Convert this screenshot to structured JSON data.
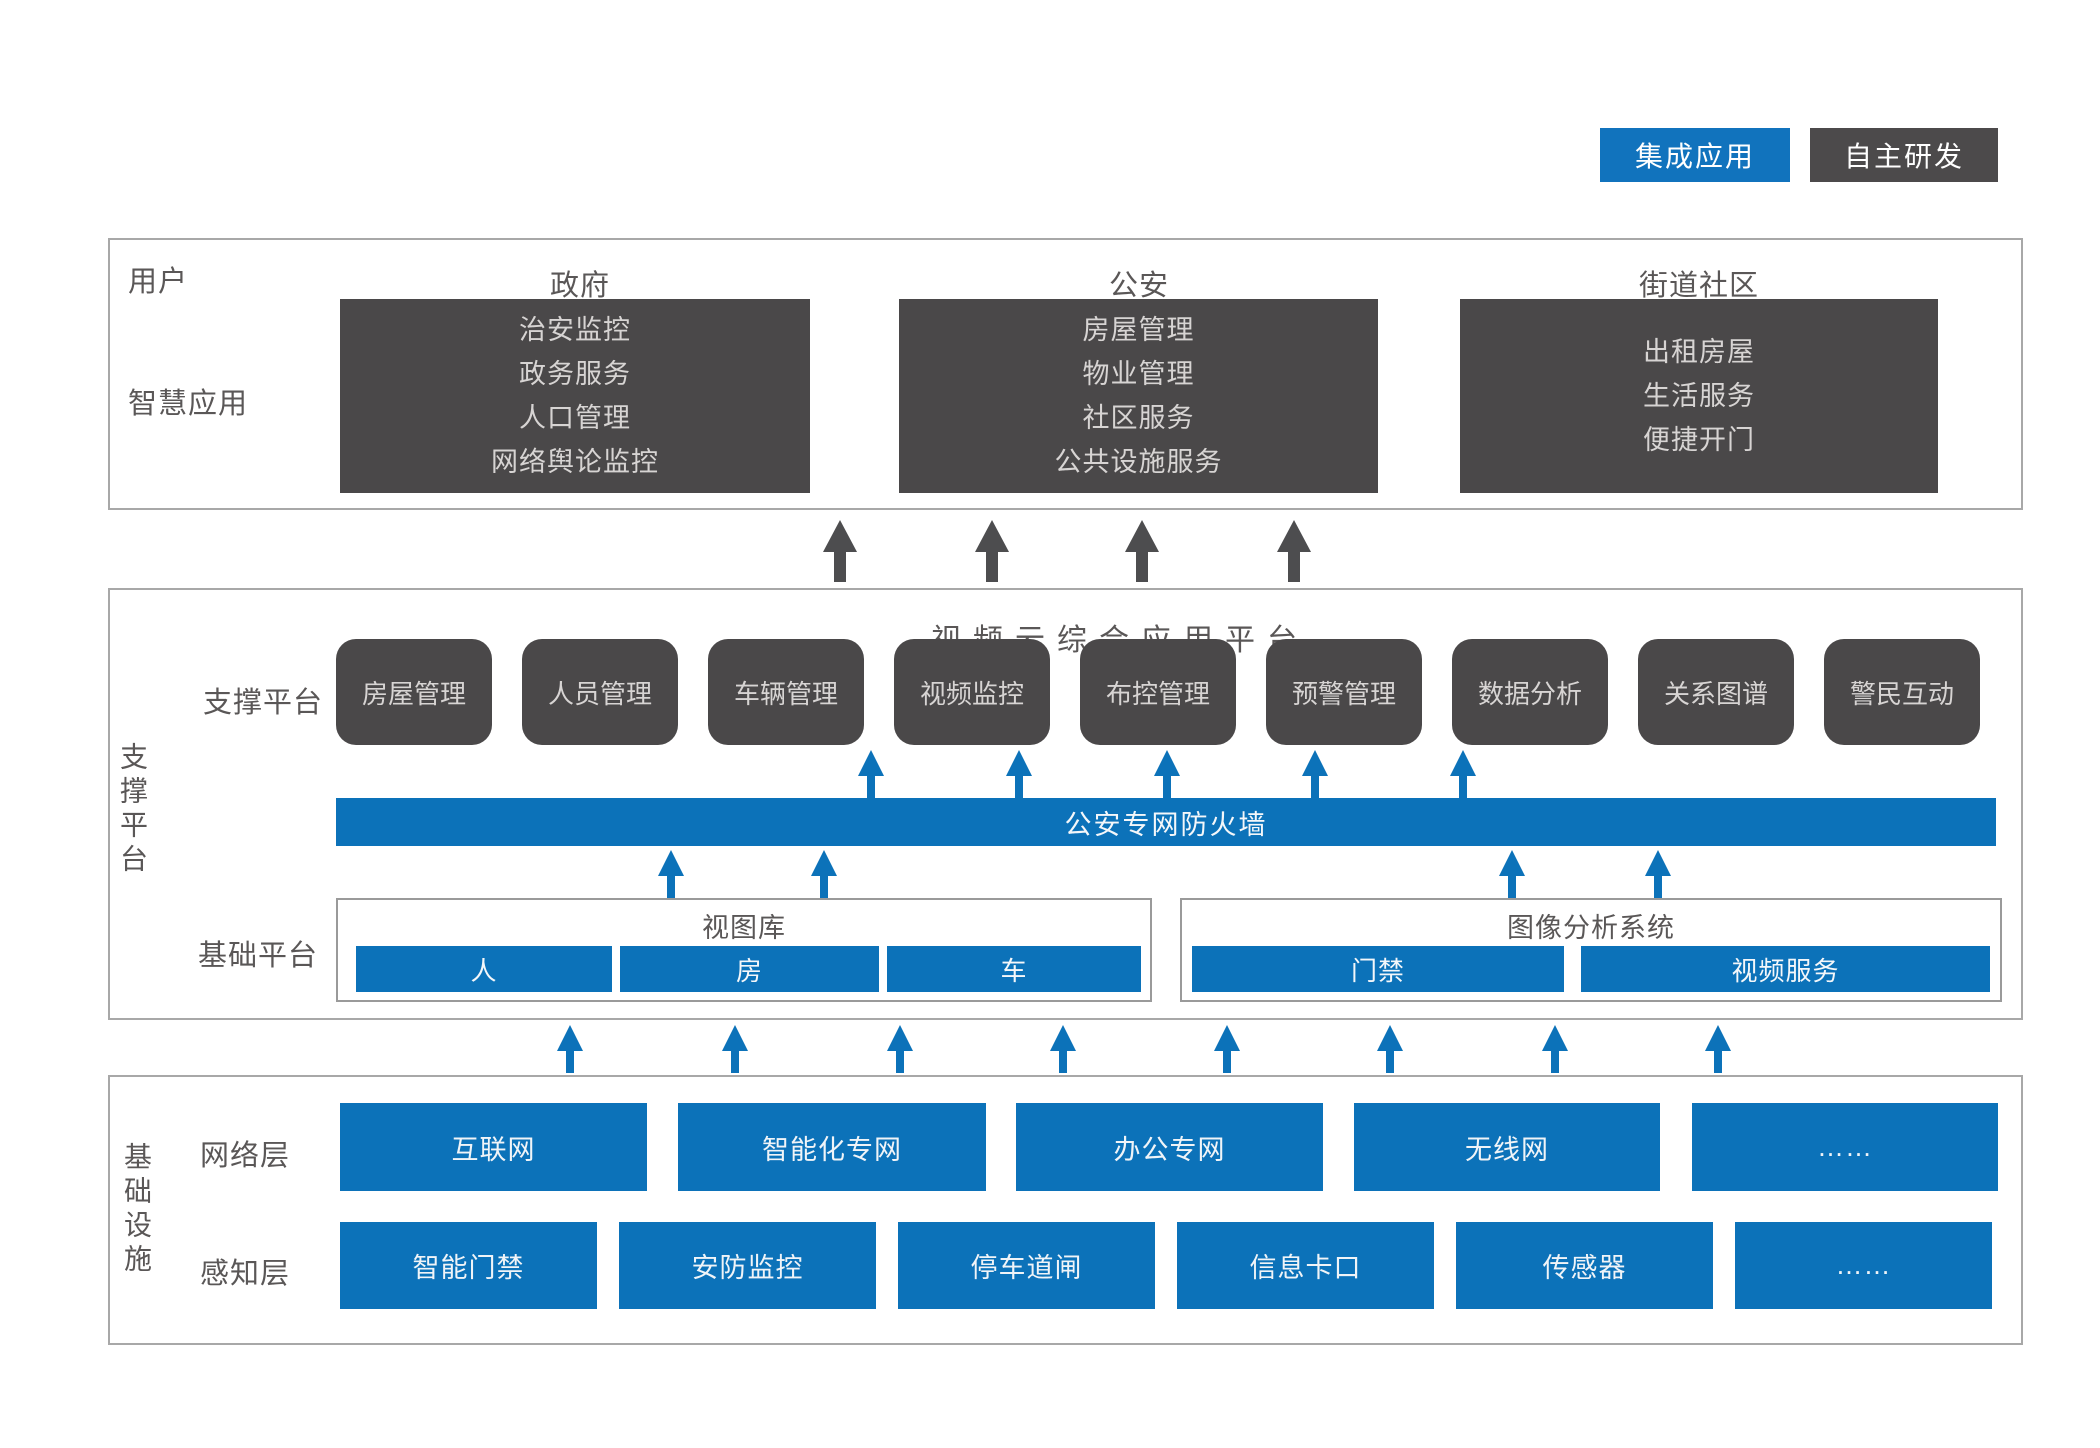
{
  "legend": {
    "integrated_label": "集成应用",
    "self_developed_label": "自主研发"
  },
  "colors": {
    "accent_blue": "#0c72b9",
    "dark_gray": "#4a4849"
  },
  "users": {
    "row_label": "用户",
    "apps_row_label": "智慧应用",
    "columns": [
      {
        "header": "政府",
        "apps": [
          "治安监控",
          "政务服务",
          "人口管理",
          "网络舆论监控"
        ]
      },
      {
        "header": "公安",
        "apps": [
          "房屋管理",
          "物业管理",
          "社区服务",
          "公共设施服务"
        ]
      },
      {
        "header": "街道社区",
        "apps": [
          "出租房屋",
          "生活服务",
          "便捷开门"
        ]
      }
    ]
  },
  "support": {
    "section_side_label": "支撑平台",
    "platform_title": "视频云综合应用平台",
    "modules_row_label": "支撑平台",
    "modules": [
      "房屋管理",
      "人员管理",
      "车辆管理",
      "视频监控",
      "布控管理",
      "预警管理",
      "数据分析",
      "关系图谱",
      "警民互动"
    ],
    "firewall_label": "公安专网防火墙",
    "base_row_label": "基础平台",
    "base_systems": [
      {
        "title": "视图库",
        "items": [
          "人",
          "房",
          "车"
        ]
      },
      {
        "title": "图像分析系统",
        "items": [
          "门禁",
          "视频服务"
        ]
      }
    ]
  },
  "infrastructure": {
    "section_side_label": "基础设施",
    "network_row_label": "网络层",
    "network_items": [
      "互联网",
      "智能化专网",
      "办公专网",
      "无线网",
      "……"
    ],
    "sensing_row_label": "感知层",
    "sensing_items": [
      "智能门禁",
      "安防监控",
      "停车道闸",
      "信息卡口",
      "传感器",
      "……"
    ]
  }
}
